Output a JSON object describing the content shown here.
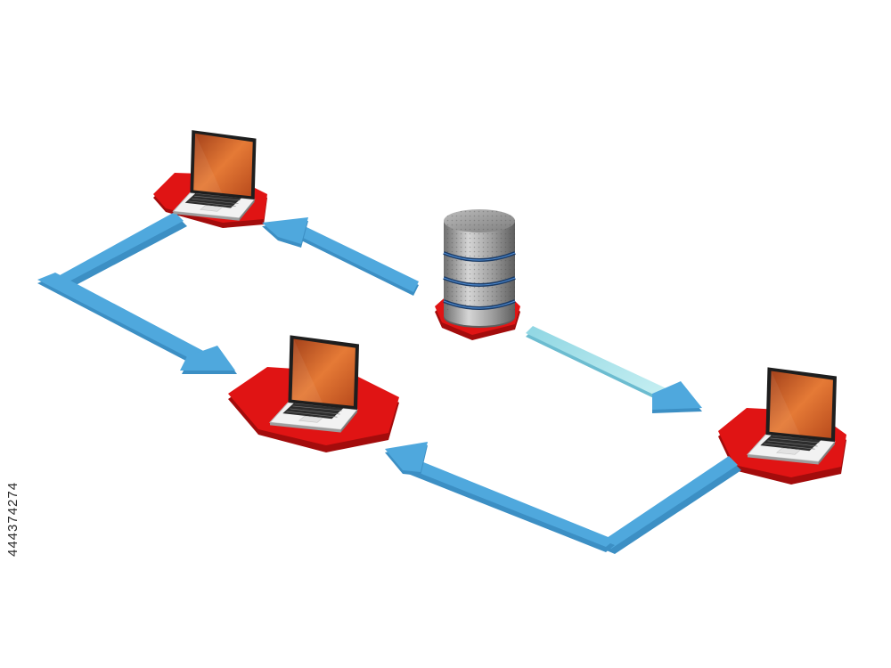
{
  "scene": {
    "nodes": [
      {
        "name": "laptop-top-left",
        "kind": "laptop"
      },
      {
        "name": "laptop-center",
        "kind": "laptop"
      },
      {
        "name": "laptop-right",
        "kind": "laptop"
      },
      {
        "name": "database-server",
        "kind": "database"
      }
    ],
    "arrows": [
      {
        "from": "laptop-top-left",
        "to": "laptop-center"
      },
      {
        "from": "database-server",
        "to": "laptop-top-left"
      },
      {
        "from": "database-server",
        "to": "laptop-right"
      },
      {
        "from": "laptop-right",
        "to": "laptop-center"
      }
    ],
    "colors": {
      "platform": "#e01414",
      "platform_side": "#a30c0c",
      "arrow": "#4fa8dd",
      "arrow_light": "#9fdbe6",
      "screen": "#d8682a",
      "database": "#9a9a9a"
    }
  },
  "watermark": {
    "stock_id": "444374274"
  }
}
